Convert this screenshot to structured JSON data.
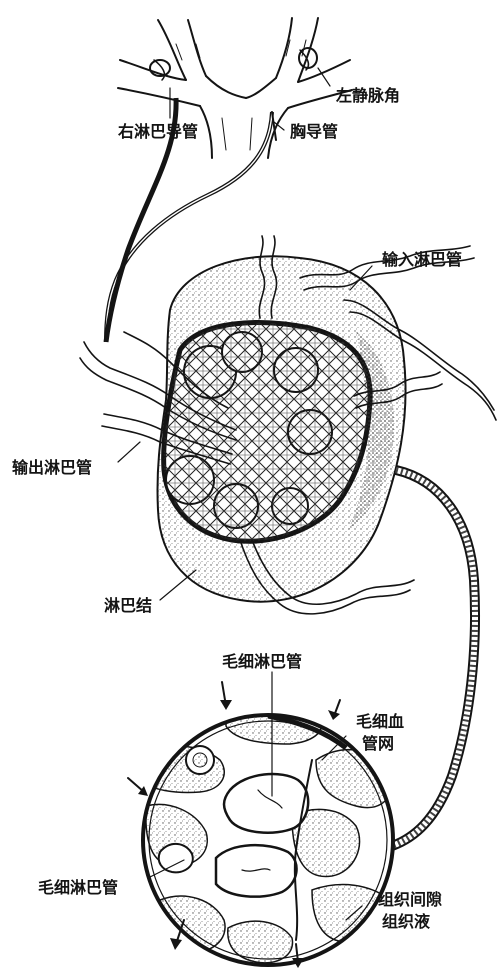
{
  "labels": {
    "left_venous_angle": "左静脉角",
    "right_lymphatic_duct": "右淋巴导管",
    "thoracic_duct": "胸导管",
    "afferent_lymph_vessel": "输入淋巴管",
    "efferent_lymph_vessel": "输出淋巴管",
    "lymph_node": "淋巴结",
    "lymph_capillary_top": "毛细淋巴管",
    "blood_capillary_network_line1": "毛细血",
    "blood_capillary_network_line2": "管网",
    "lymph_capillary_left": "毛细淋巴管",
    "interstitial_space": "组织间隙",
    "interstitial_fluid": "组织液"
  },
  "colors": {
    "ink": "#141414",
    "paper": "#ffffff",
    "stipple": "#9a9a9a"
  }
}
